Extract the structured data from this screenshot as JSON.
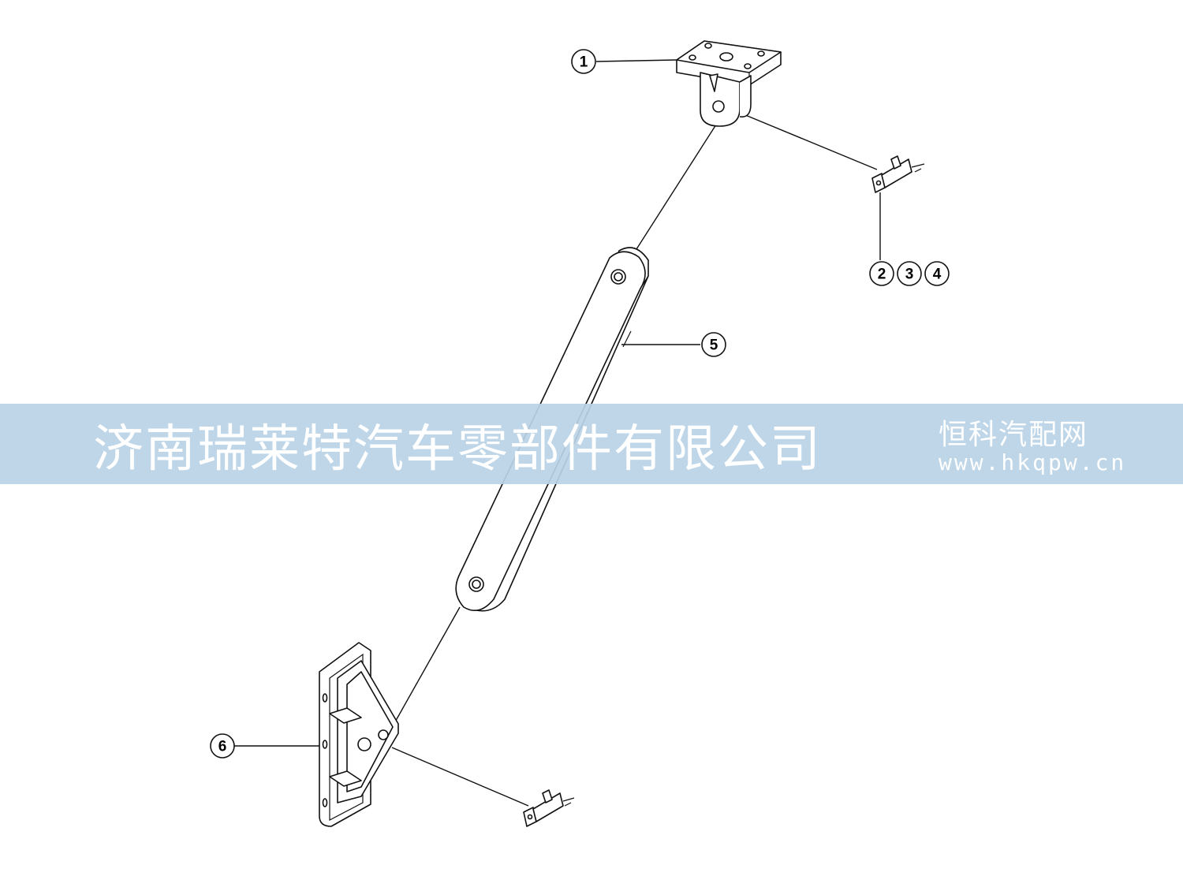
{
  "diagram": {
    "callouts": {
      "c1": "1",
      "c2": "2",
      "c3": "3",
      "c4": "4",
      "c5": "5",
      "c6": "6"
    }
  },
  "watermark": {
    "company": "济南瑞莱特汽车零部件有限公司",
    "site_name": "恒科汽配网",
    "url": "www.hkqpw.cn"
  },
  "colors": {
    "banner": "#b8d3e6",
    "line": "#111111"
  }
}
